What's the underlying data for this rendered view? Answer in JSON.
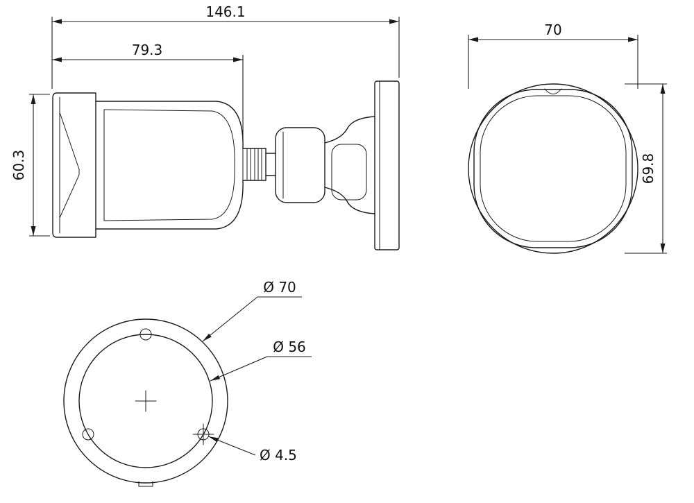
{
  "meta": {
    "drawing_type": "camera dimensional drawing",
    "ink_color": "#1a1a1a",
    "background_color": "#ffffff"
  },
  "side_view": {
    "overall_length": "146.1",
    "body_length": "79.3",
    "body_height": "60.3"
  },
  "front_view": {
    "width": "70",
    "height": "69.8"
  },
  "bottom_view": {
    "outer_diameter_label": "Ø 70",
    "bolt_circle_label": "Ø 56",
    "hole_label": "Ø 4.5"
  }
}
